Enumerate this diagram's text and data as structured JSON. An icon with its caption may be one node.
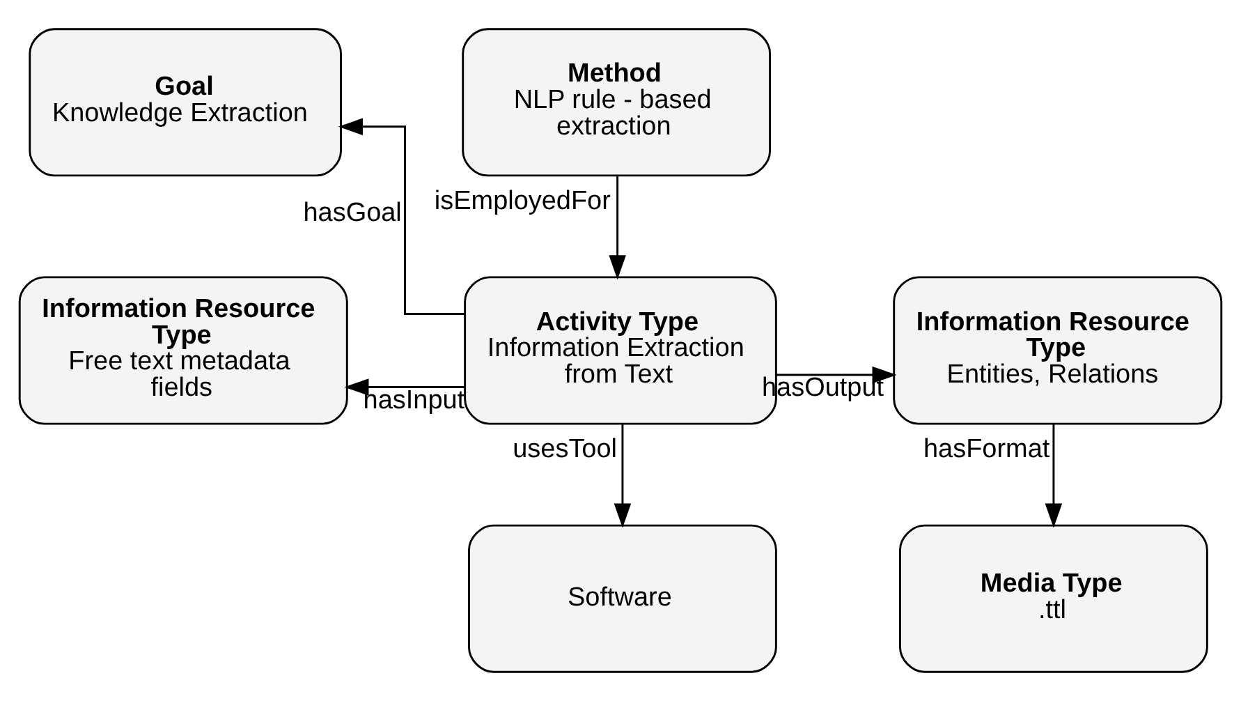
{
  "diagram": {
    "nodes": [
      {
        "text": [
          "Goal",
          "Knowledge Extraction"
        ]
      },
      {
        "text": [
          "Method",
          "NLP rule - based extraction"
        ]
      },
      {
        "text": [
          "Information Resource Type",
          "Free text metadata fields"
        ]
      },
      {
        "text": [
          "Activity Type",
          "Information Extraction from Text"
        ]
      },
      {
        "text": [
          "Information Resource Type",
          "Entities, Relations"
        ]
      },
      {
        "text": [
          "Software"
        ]
      },
      {
        "text": [
          "Media Type",
          ".ttl"
        ]
      }
    ],
    "edges": [
      {
        "from": 3,
        "to": 0,
        "arrow": "to",
        "label": "hasGoal"
      },
      {
        "from": 1,
        "to": 3,
        "arrow": "to",
        "label": "isEmployedFor"
      },
      {
        "from": 3,
        "to": 2,
        "arrow": "to",
        "label": "hasInput"
      },
      {
        "from": 3,
        "to": 4,
        "arrow": "to",
        "label": "hasOutput"
      },
      {
        "from": 3,
        "to": 5,
        "arrow": "to",
        "label": "usesTool"
      },
      {
        "from": 4,
        "to": 6,
        "arrow": "to",
        "label": "hasFormat"
      }
    ]
  }
}
